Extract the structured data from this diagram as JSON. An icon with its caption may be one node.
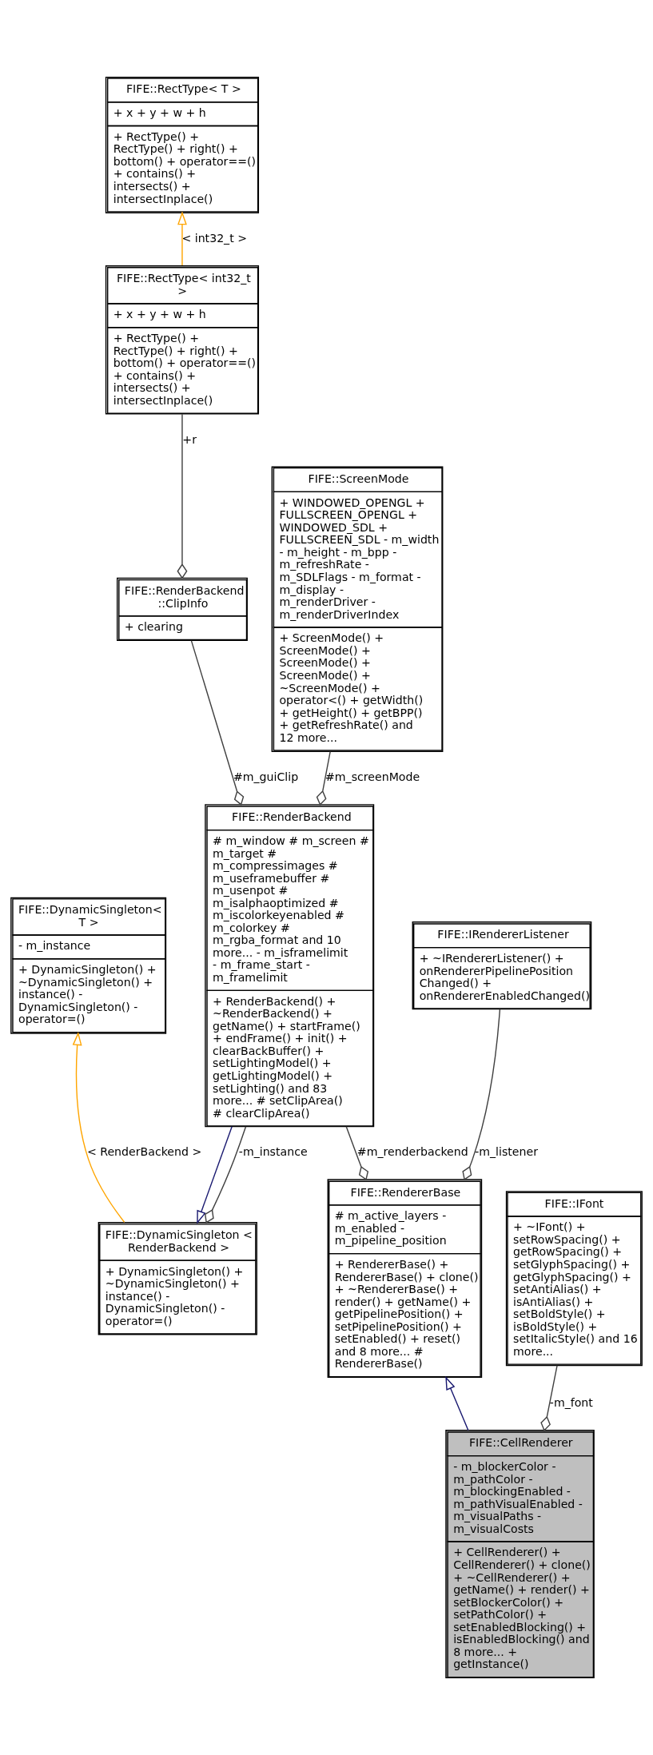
{
  "diagram": {
    "nodes": [
      {
        "text": [
          "FIFE::RectType< T >",
          "+ x + y + w + h",
          "+ RectType() + RectType() + right() + bottom() + operator==() + contains() + intersects() + intersectInplace()"
        ]
      },
      {
        "text": [
          "FIFE::RectType< int32_t >",
          "+ x + y + w + h",
          "+ RectType() + RectType() + right() + bottom() + operator==() + contains() + intersects() + intersectInplace()"
        ]
      },
      {
        "text": [
          "FIFE::ScreenMode",
          "+ WINDOWED_OPENGL + FULLSCREEN_OPENGL + WINDOWED_SDL + FULLSCREEN_SDL - m_width - m_height - m_bpp - m_refreshRate - m_SDLFlags - m_format - m_display - m_renderDriver - m_renderDriverIndex",
          "+ ScreenMode() + ScreenMode() + ScreenMode() + ScreenMode() + ~ScreenMode() + operator<() + getWidth() + getHeight() + getBPP() + getRefreshRate() and 12 more..."
        ]
      },
      {
        "text": [
          "FIFE::RenderBackend ::ClipInfo",
          "+ clearing"
        ]
      },
      {
        "text": [
          "FIFE::RenderBackend",
          "# m_window # m_screen # m_target # m_compressimages # m_useframebuffer # m_usenpot # m_isalphaoptimized # m_iscolorkeyenabled # m_colorkey # m_rgba_format and 10 more... - m_isframelimit - m_frame_start - m_framelimit",
          "+ RenderBackend() + ~RenderBackend() + getName() + startFrame() + endFrame() + init() + clearBackBuffer() + setLightingModel() + getLightingModel() + setLighting() and 83 more... # setClipArea() # clearClipArea()"
        ]
      },
      {
        "text": [
          "FIFE::IRendererListener",
          "+ ~IRendererListener() + onRendererPipelinePosition Changed() + onRendererEnabledChanged()"
        ]
      },
      {
        "text": [
          "FIFE::DynamicSingleton< T >",
          "- m_instance",
          "+ DynamicSingleton() + ~DynamicSingleton() + instance() - DynamicSingleton() - operator=()"
        ]
      },
      {
        "text": [
          "FIFE::RendererBase",
          "# m_active_layers - m_enabled - m_pipeline_position",
          "+ RendererBase() + RendererBase() + clone() + ~RendererBase() + render() + getName() + getPipelinePosition() + setPipelinePosition() + setEnabled() + reset() and 8 more... # RendererBase()"
        ]
      },
      {
        "text": [
          "FIFE::IFont",
          "+ ~IFont() + setRowSpacing() + getRowSpacing() + setGlyphSpacing() + getGlyphSpacing() + setAntiAlias() + isAntiAlias() + setBoldStyle() + isBoldStyle() + setItalicStyle() and 16 more..."
        ]
      },
      {
        "text": [
          "FIFE::DynamicSingleton < RenderBackend >",
          "+ DynamicSingleton() + ~DynamicSingleton() + instance() - DynamicSingleton() - operator=()"
        ]
      },
      {
        "text": [
          "FIFE::CellRenderer",
          "- m_blockerColor - m_pathColor - m_blockingEnabled - m_pathVisualEnabled - m_visualPaths - m_visualCosts",
          "+ CellRenderer() + CellRenderer() + clone() + ~CellRenderer() + getName() + render() + setBlockerColor() + setPathColor() + setEnabledBlocking() + isEnabledBlocking() and 8 more... + getInstance()"
        ]
      }
    ],
    "edges": [
      {
        "from": 1,
        "to": 0,
        "arrow": "to",
        "label": "< int32_t >",
        "color": "#ffa500"
      },
      {
        "from": 3,
        "to": 1,
        "arrow": "other",
        "label": "+r"
      },
      {
        "from": 4,
        "to": 3,
        "arrow": "other",
        "label": "#m_guiClip"
      },
      {
        "from": 4,
        "to": 2,
        "arrow": "other",
        "label": "#m_screenMode"
      },
      {
        "from": 9,
        "to": 6,
        "arrow": "to",
        "label": "< RenderBackend >",
        "color": "#ffa500"
      },
      {
        "from": 9,
        "to": 4,
        "arrow": "other",
        "label": "-m_instance"
      },
      {
        "from": 4,
        "to": 9,
        "arrow": "to",
        "color": "#191970"
      },
      {
        "from": 7,
        "to": 4,
        "arrow": "other",
        "label": "#m_renderbackend"
      },
      {
        "from": 7,
        "to": 5,
        "arrow": "other",
        "label": "-m_listener"
      },
      {
        "from": 10,
        "to": 7,
        "arrow": "to",
        "color": "#191970"
      },
      {
        "from": 10,
        "to": 8,
        "arrow": "other",
        "label": "-m_font"
      }
    ]
  }
}
